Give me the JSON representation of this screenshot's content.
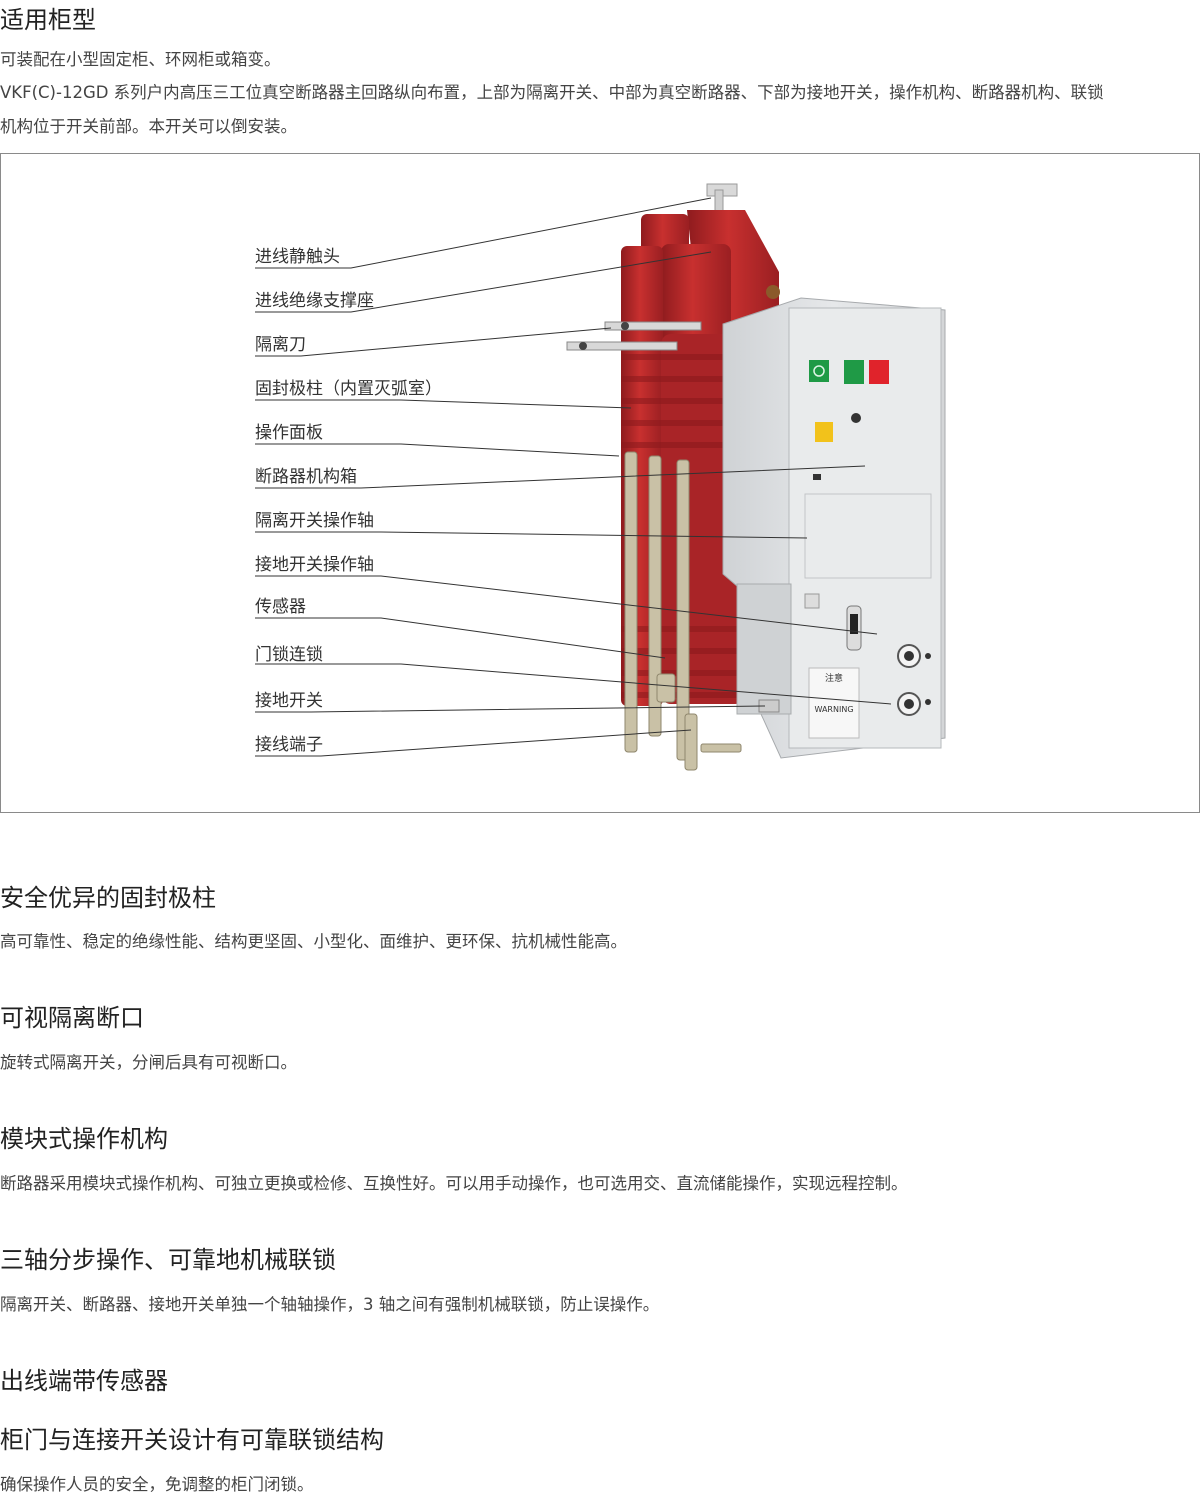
{
  "section1": {
    "title": "适用柜型",
    "line1": "可装配在小型固定柜、环网柜或箱变。",
    "line2": " VKF(C)-12GD 系列户内高压三工位真空断路器主回路纵向布置，上部为隔离开关、中部为真空断路器、下部为接地开关，操作机构、断路器机构、联锁",
    "line3": "机构位于开关前部。本开关可以倒安装。"
  },
  "figure": {
    "labels": [
      "进线静触头",
      "进线绝缘支撑座",
      "隔离刀",
      "固封极柱（内置灭弧室）",
      "操作面板",
      "断路器机构箱",
      "隔离开关操作轴",
      "接地开关操作轴",
      "传感器",
      "门锁连锁",
      "接地开关",
      "接线端子"
    ],
    "panel_notice": "注意",
    "panel_warning": "WARNING"
  },
  "features": [
    {
      "title": "安全优异的固封极柱",
      "desc": "高可靠性、稳定的绝缘性能、结构更坚固、小型化、面维护、更环保、抗机械性能高。"
    },
    {
      "title": "可视隔离断口",
      "desc": "旋转式隔离开关，分闸后具有可视断口。"
    },
    {
      "title": "模块式操作机构",
      "desc": "断路器采用模块式操作机构、可独立更换或检修、互换性好。可以用手动操作，也可选用交、直流储能操作，实现远程控制。"
    },
    {
      "title": "三轴分步操作、可靠地机械联锁",
      "desc": "隔离开关、断路器、接地开关单独一个轴轴操作，3 轴之间有强制机械联锁，防止误操作。"
    },
    {
      "title": "出线端带传感器",
      "desc": ""
    },
    {
      "title": "柜门与连接开关设计有可靠联锁结构",
      "desc": "确保操作人员的安全，免调整的柜门闭锁。"
    }
  ],
  "colors": {
    "insulator_red": "#b8262a",
    "panel_gray": "#dfe1e3",
    "green_button": "#1f9a46",
    "red_button": "#e0232b",
    "yellow_indicator": "#f2c21b"
  }
}
